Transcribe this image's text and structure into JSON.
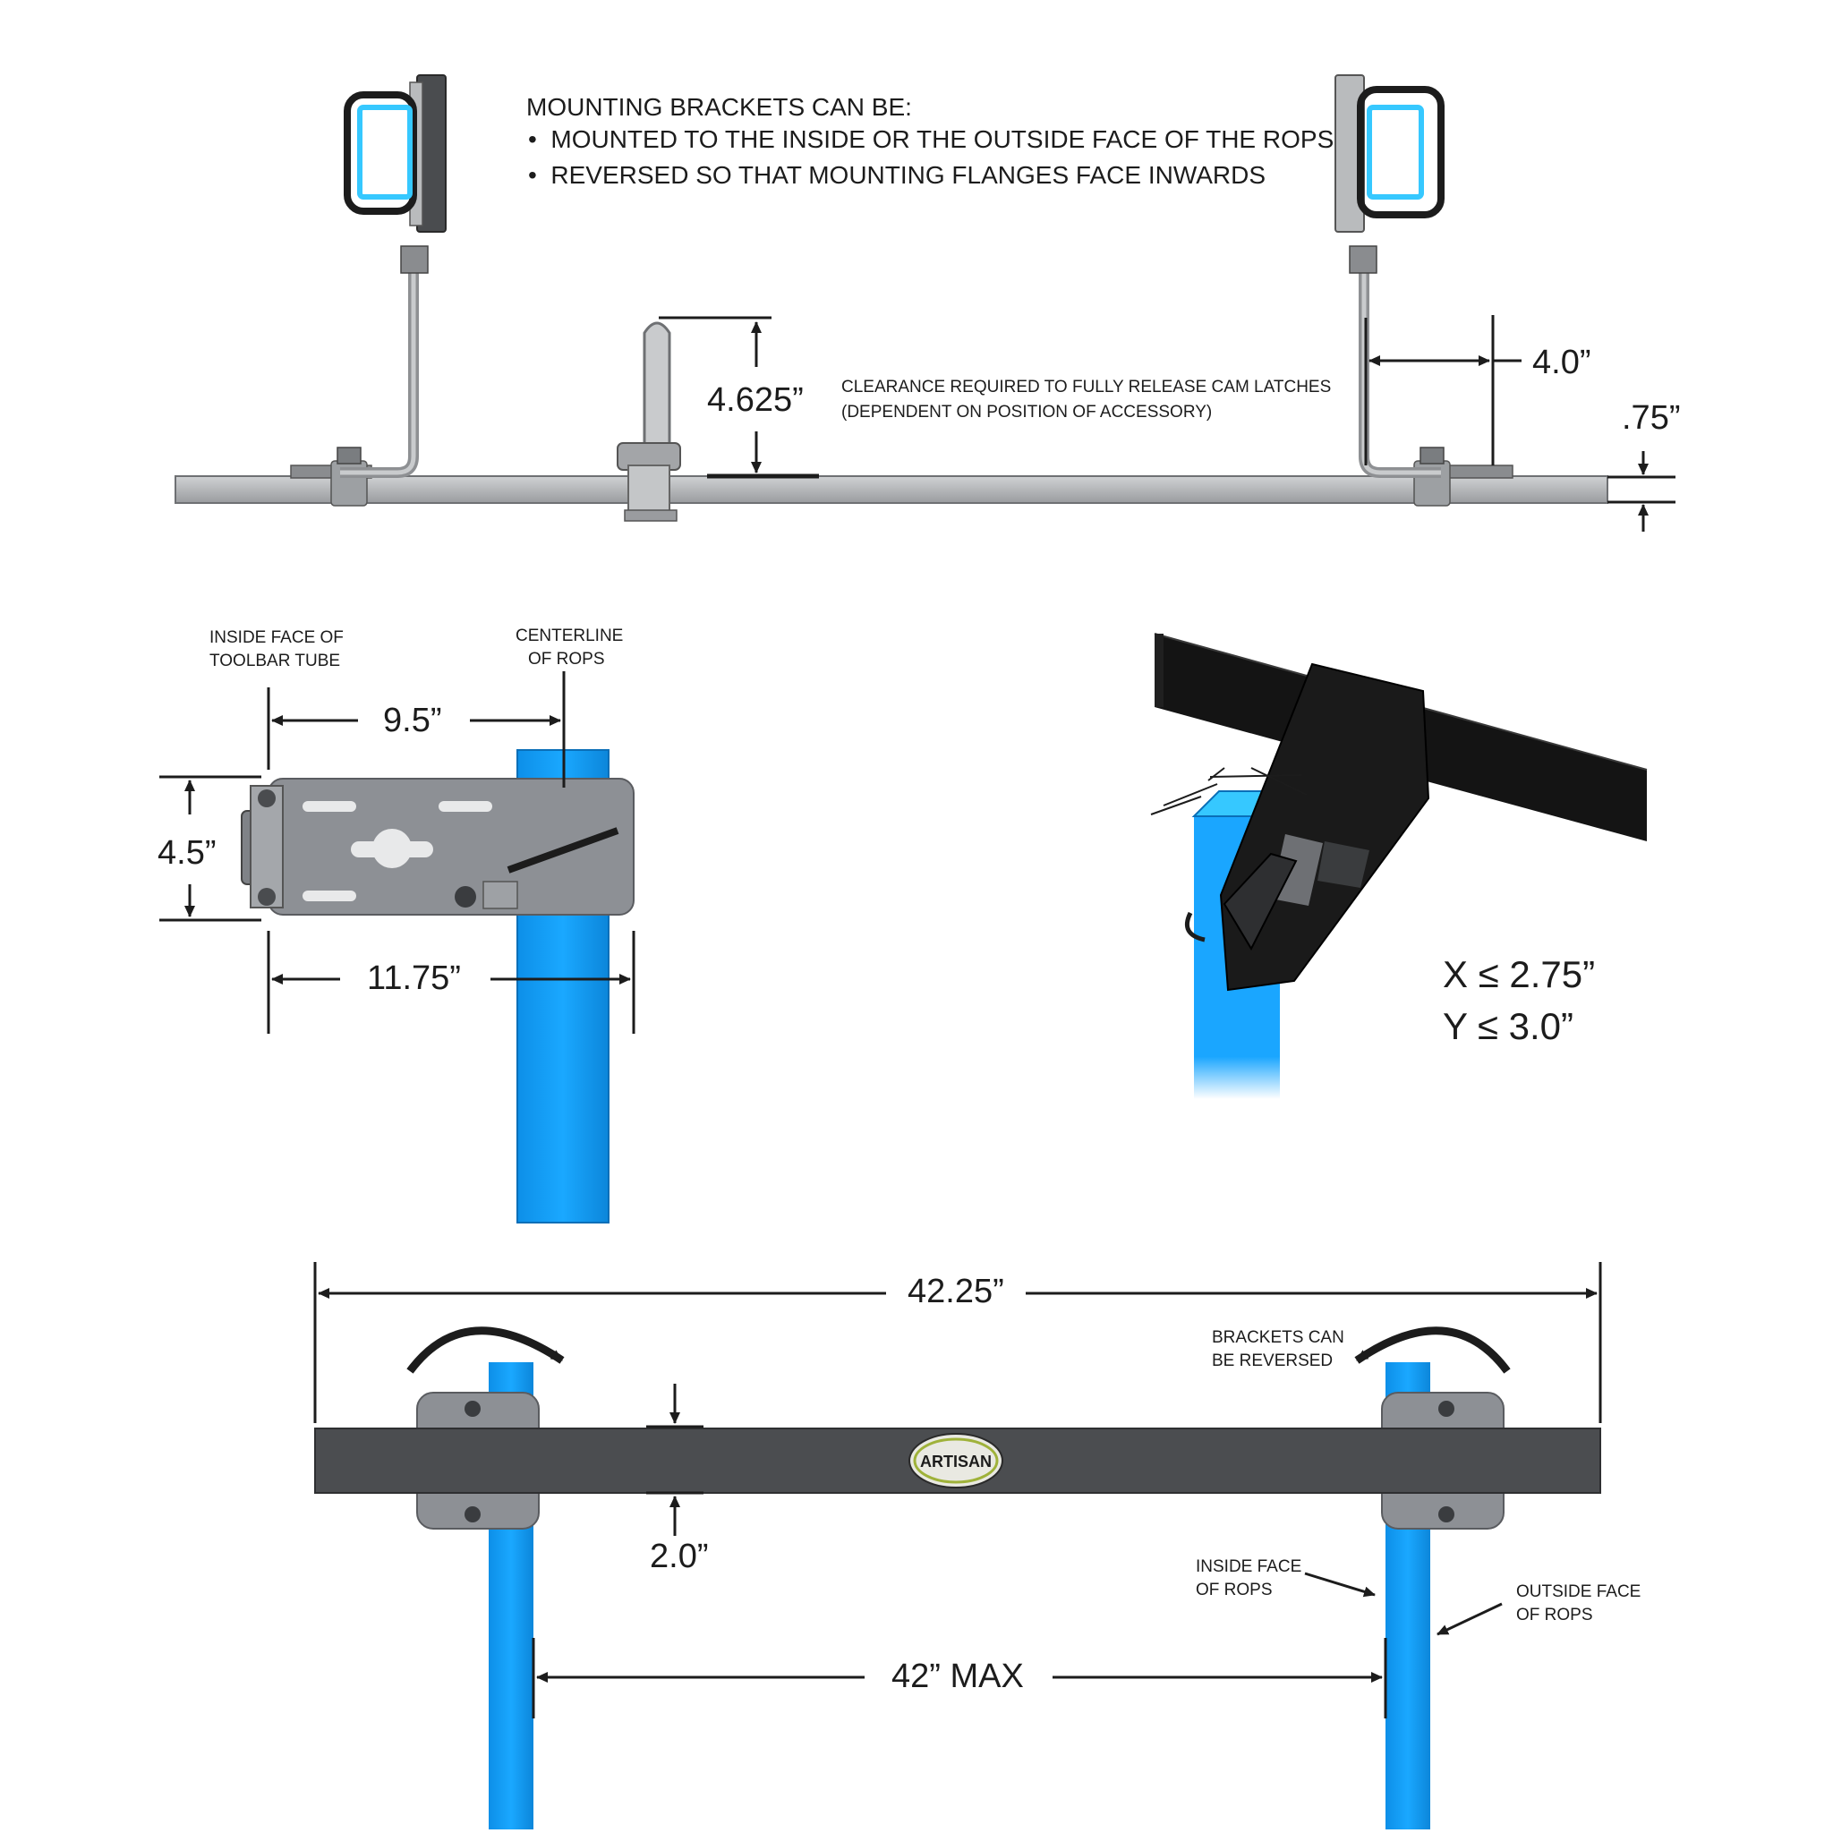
{
  "top_view": {
    "notes_heading": "MOUNTING BRACKETS CAN BE:",
    "notes_items": [
      "MOUNTED TO THE INSIDE OR THE OUTSIDE FACE OF THE ROPS",
      "REVERSED SO THAT MOUNTING FLANGES FACE INWARDS"
    ],
    "clearance_dim": "4.625”",
    "clearance_note_line1": "CLEARANCE REQUIRED TO FULLY RELEASE CAM LATCHES",
    "clearance_note_line2": "(DEPENDENT ON POSITION OF ACCESSORY)",
    "offset_dim": "4.0”",
    "tube_thickness_dim": ".75”"
  },
  "side_view": {
    "inside_face_label_line1": "INSIDE FACE OF",
    "inside_face_label_line2": "TOOLBAR TUBE",
    "centerline_label_line1": "CENTERLINE",
    "centerline_label_line2": "OF ROPS",
    "dim_to_centerline": "9.5”",
    "dim_height": "4.5”",
    "dim_overall_width": "11.75”"
  },
  "iso_view": {
    "constraint_x": "X ≤ 2.75”",
    "constraint_y": "Y ≤ 3.0”"
  },
  "front_view": {
    "overall_width_dim": "42.25”",
    "tube_height_dim": "2.0”",
    "brackets_note_line1": "BRACKETS CAN",
    "brackets_note_line2": "BE REVERSED",
    "inside_face_rops_line1": "INSIDE FACE",
    "inside_face_rops_line2": "OF ROPS",
    "outside_face_rops_line1": "OUTSIDE FACE",
    "outside_face_rops_line2": "OF ROPS",
    "rops_spacing_dim": "42” MAX",
    "logo_text": "ARTISAN"
  },
  "colors": {
    "rops_blue": "#129af0",
    "rops_light_blue": "#36c8ff",
    "steel_dark": "#4b4d50",
    "steel_light": "#a6a8ab",
    "bracket_gray": "#8d9095",
    "toolbar_black": "#141414",
    "ink": "#1c1c1c"
  },
  "icons": {
    "rotate_arrow": "curved-arrow-icon",
    "dimension_arrow": "arrowhead-icon",
    "logo": "artisan-logo-icon"
  }
}
